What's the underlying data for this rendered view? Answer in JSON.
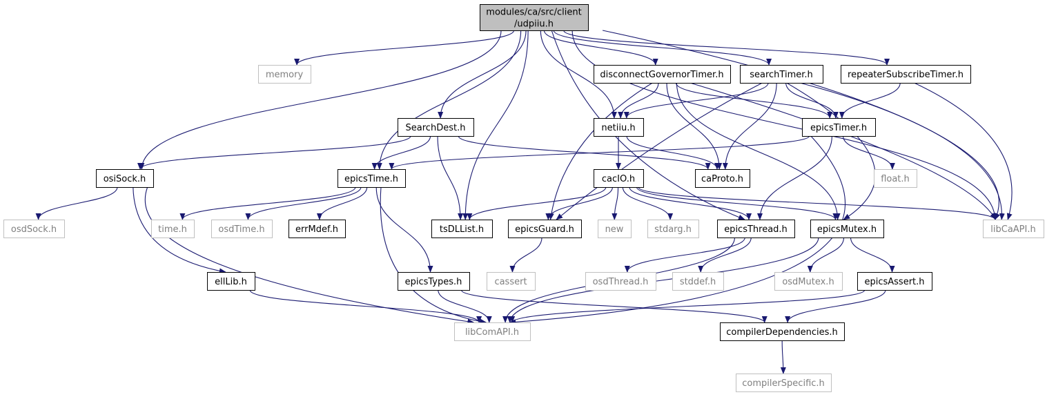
{
  "diagram": {
    "colors": {
      "edge": "#191970",
      "node_border": "#000000",
      "missing_border": "#bfbfbf",
      "root_fill": "#bfbfbf",
      "missing_text": "#7f7f7f"
    },
    "nodes": [
      {
        "id": "udpiiu",
        "lines": [
          "modules/ca/src/client",
          "/udpiiu.h"
        ],
        "kind": "root"
      },
      {
        "id": "memory",
        "lines": [
          "memory"
        ],
        "kind": "missing"
      },
      {
        "id": "disconnectGovernorTimer",
        "lines": [
          "disconnectGovernorTimer.h"
        ],
        "kind": "normal"
      },
      {
        "id": "searchTimer",
        "lines": [
          "searchTimer.h"
        ],
        "kind": "normal"
      },
      {
        "id": "repeaterSubscribeTimer",
        "lines": [
          "repeaterSubscribeTimer.h"
        ],
        "kind": "normal"
      },
      {
        "id": "SearchDest",
        "lines": [
          "SearchDest.h"
        ],
        "kind": "normal"
      },
      {
        "id": "netiiu",
        "lines": [
          "netiiu.h"
        ],
        "kind": "normal"
      },
      {
        "id": "epicsTimer",
        "lines": [
          "epicsTimer.h"
        ],
        "kind": "normal"
      },
      {
        "id": "osiSock",
        "lines": [
          "osiSock.h"
        ],
        "kind": "normal"
      },
      {
        "id": "epicsTime",
        "lines": [
          "epicsTime.h"
        ],
        "kind": "normal"
      },
      {
        "id": "cacIO",
        "lines": [
          "cacIO.h"
        ],
        "kind": "normal"
      },
      {
        "id": "caProto",
        "lines": [
          "caProto.h"
        ],
        "kind": "normal"
      },
      {
        "id": "float",
        "lines": [
          "float.h"
        ],
        "kind": "missing"
      },
      {
        "id": "osdSock",
        "lines": [
          "osdSock.h"
        ],
        "kind": "missing"
      },
      {
        "id": "time",
        "lines": [
          "time.h"
        ],
        "kind": "missing"
      },
      {
        "id": "osdTime",
        "lines": [
          "osdTime.h"
        ],
        "kind": "missing"
      },
      {
        "id": "errMdef",
        "lines": [
          "errMdef.h"
        ],
        "kind": "normal"
      },
      {
        "id": "tsDLList",
        "lines": [
          "tsDLList.h"
        ],
        "kind": "normal"
      },
      {
        "id": "epicsGuard",
        "lines": [
          "epicsGuard.h"
        ],
        "kind": "normal"
      },
      {
        "id": "new",
        "lines": [
          "new"
        ],
        "kind": "missing"
      },
      {
        "id": "stdarg",
        "lines": [
          "stdarg.h"
        ],
        "kind": "missing"
      },
      {
        "id": "epicsThread",
        "lines": [
          "epicsThread.h"
        ],
        "kind": "normal"
      },
      {
        "id": "epicsMutex",
        "lines": [
          "epicsMutex.h"
        ],
        "kind": "normal"
      },
      {
        "id": "libCaAPI",
        "lines": [
          "libCaAPI.h"
        ],
        "kind": "missing"
      },
      {
        "id": "ellLib",
        "lines": [
          "ellLib.h"
        ],
        "kind": "normal"
      },
      {
        "id": "epicsTypes",
        "lines": [
          "epicsTypes.h"
        ],
        "kind": "normal"
      },
      {
        "id": "cassert",
        "lines": [
          "cassert"
        ],
        "kind": "missing"
      },
      {
        "id": "osdThread",
        "lines": [
          "osdThread.h"
        ],
        "kind": "missing"
      },
      {
        "id": "stddef",
        "lines": [
          "stddef.h"
        ],
        "kind": "missing"
      },
      {
        "id": "osdMutex",
        "lines": [
          "osdMutex.h"
        ],
        "kind": "missing"
      },
      {
        "id": "epicsAssert",
        "lines": [
          "epicsAssert.h"
        ],
        "kind": "normal"
      },
      {
        "id": "libComAPI",
        "lines": [
          "libComAPI.h"
        ],
        "kind": "missing"
      },
      {
        "id": "compilerDependencies",
        "lines": [
          "compilerDependencies.h"
        ],
        "kind": "normal"
      },
      {
        "id": "compilerSpecific",
        "lines": [
          "compilerSpecific.h"
        ],
        "kind": "missing"
      }
    ],
    "edges": [
      [
        "udpiiu",
        "memory"
      ],
      [
        "udpiiu",
        "disconnectGovernorTimer"
      ],
      [
        "udpiiu",
        "searchTimer"
      ],
      [
        "udpiiu",
        "repeaterSubscribeTimer"
      ],
      [
        "udpiiu",
        "libCaAPI"
      ],
      [
        "udpiiu",
        "SearchDest"
      ],
      [
        "udpiiu",
        "osiSock"
      ],
      [
        "udpiiu",
        "epicsTime"
      ],
      [
        "udpiiu",
        "tsDLList"
      ],
      [
        "udpiiu",
        "netiiu"
      ],
      [
        "udpiiu",
        "epicsThread"
      ],
      [
        "udpiiu",
        "libCaAPI"
      ],
      [
        "disconnectGovernorTimer",
        "netiiu"
      ],
      [
        "disconnectGovernorTimer",
        "epicsTimer"
      ],
      [
        "disconnectGovernorTimer",
        "caProto"
      ],
      [
        "disconnectGovernorTimer",
        "epicsGuard"
      ],
      [
        "disconnectGovernorTimer",
        "epicsMutex"
      ],
      [
        "disconnectGovernorTimer",
        "libCaAPI"
      ],
      [
        "searchTimer",
        "netiiu"
      ],
      [
        "searchTimer",
        "epicsTimer"
      ],
      [
        "searchTimer",
        "caProto"
      ],
      [
        "searchTimer",
        "epicsGuard"
      ],
      [
        "searchTimer",
        "epicsMutex"
      ],
      [
        "searchTimer",
        "libCaAPI"
      ],
      [
        "repeaterSubscribeTimer",
        "epicsTimer"
      ],
      [
        "repeaterSubscribeTimer",
        "libCaAPI"
      ],
      [
        "SearchDest",
        "osiSock"
      ],
      [
        "SearchDest",
        "epicsTime"
      ],
      [
        "SearchDest",
        "tsDLList"
      ],
      [
        "SearchDest",
        "caProto"
      ],
      [
        "netiiu",
        "cacIO"
      ],
      [
        "netiiu",
        "caProto"
      ],
      [
        "epicsTimer",
        "epicsTime"
      ],
      [
        "epicsTimer",
        "float"
      ],
      [
        "epicsTimer",
        "epicsThread"
      ],
      [
        "epicsTimer",
        "libComAPI"
      ],
      [
        "osiSock",
        "osdSock"
      ],
      [
        "osiSock",
        "ellLib"
      ],
      [
        "osiSock",
        "libComAPI"
      ],
      [
        "epicsTime",
        "time"
      ],
      [
        "epicsTime",
        "osdTime"
      ],
      [
        "epicsTime",
        "errMdef"
      ],
      [
        "epicsTime",
        "epicsTypes"
      ],
      [
        "epicsTime",
        "libComAPI"
      ],
      [
        "cacIO",
        "tsDLList"
      ],
      [
        "cacIO",
        "epicsGuard"
      ],
      [
        "cacIO",
        "new"
      ],
      [
        "cacIO",
        "stdarg"
      ],
      [
        "cacIO",
        "epicsThread"
      ],
      [
        "cacIO",
        "epicsMutex"
      ],
      [
        "cacIO",
        "libCaAPI"
      ],
      [
        "epicsGuard",
        "cassert"
      ],
      [
        "epicsThread",
        "osdThread"
      ],
      [
        "epicsThread",
        "stddef"
      ],
      [
        "epicsThread",
        "libComAPI"
      ],
      [
        "epicsMutex",
        "osdMutex"
      ],
      [
        "epicsMutex",
        "epicsAssert"
      ],
      [
        "epicsMutex",
        "libComAPI"
      ],
      [
        "ellLib",
        "libComAPI"
      ],
      [
        "epicsTypes",
        "libComAPI"
      ],
      [
        "epicsTypes",
        "compilerDependencies"
      ],
      [
        "epicsAssert",
        "libComAPI"
      ],
      [
        "epicsAssert",
        "compilerDependencies"
      ],
      [
        "compilerDependencies",
        "compilerSpecific"
      ]
    ]
  }
}
